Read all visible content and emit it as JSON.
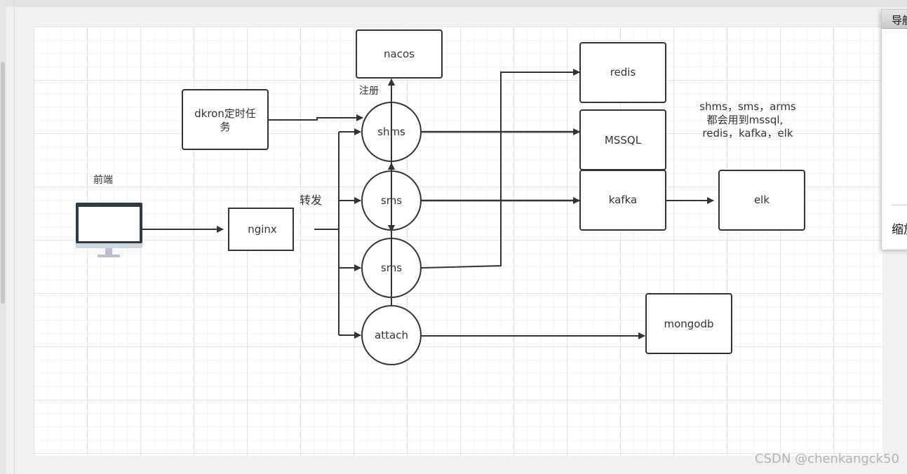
{
  "nodes": {
    "nacos": "nacos",
    "dkron": [
      "dkron定时任",
      "务"
    ],
    "nginx": "nginx",
    "shms": "shms",
    "sms1": "sms",
    "sms2": "sms",
    "attach": "attach",
    "redis": "redis",
    "mssql": "MSSQL",
    "kafka": "kafka",
    "elk": "elk",
    "mongodb": "mongodb"
  },
  "labels": {
    "frontend": "前端",
    "register": "注册",
    "forward": "转发",
    "note": [
      "shms，sms，arms",
      "都会用到mssql,",
      "redis，kafka，elk"
    ]
  },
  "nav_panel": {
    "title": "导航",
    "zoom_label": "缩放"
  },
  "watermark": "CSDN @chenkangck50"
}
